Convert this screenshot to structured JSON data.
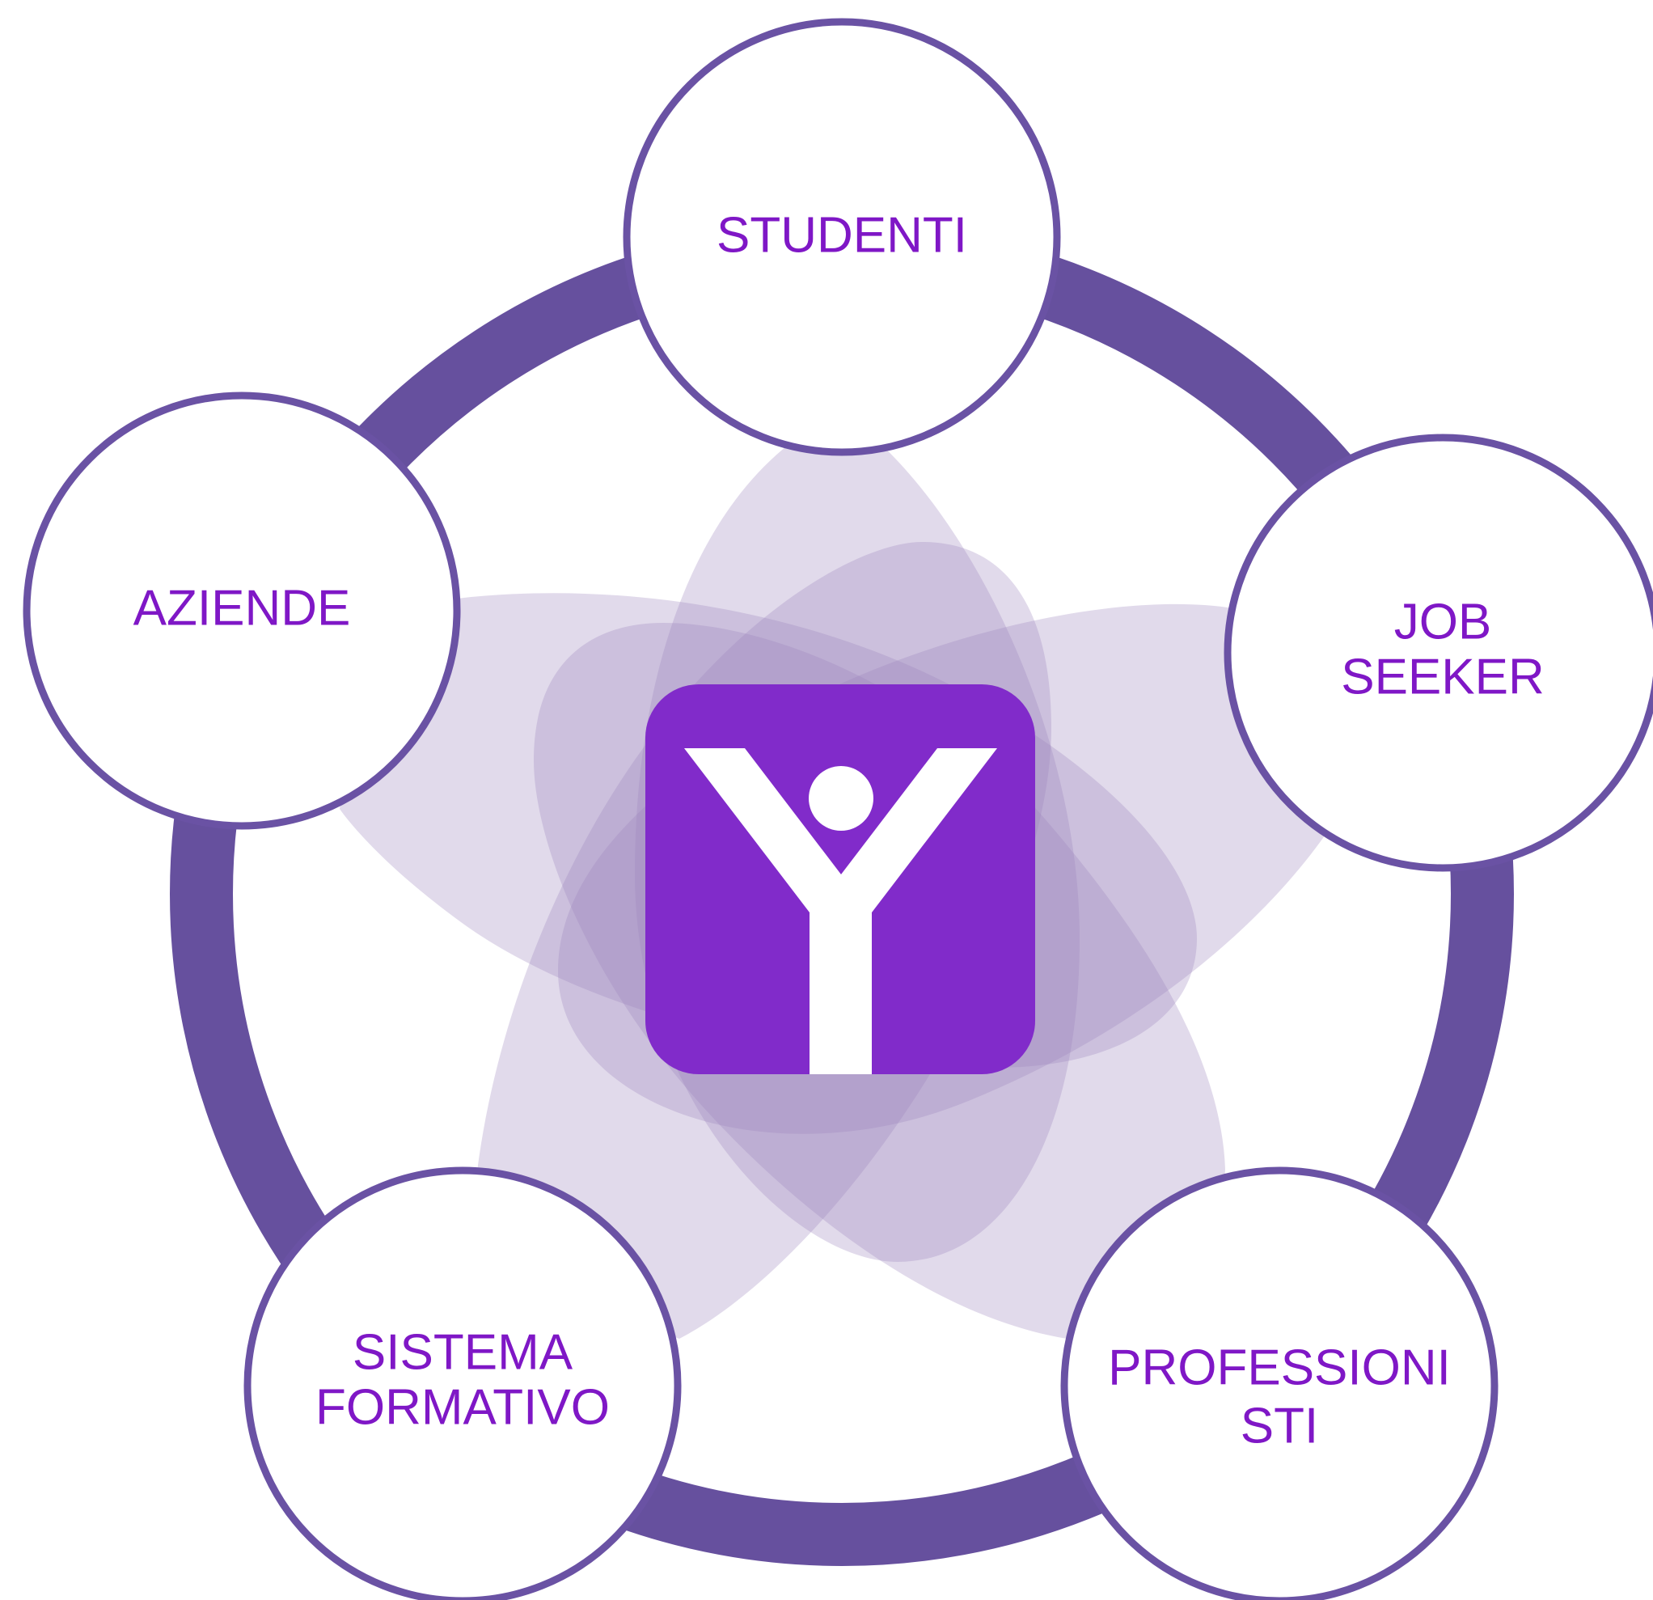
{
  "colors": {
    "ring": "#66509e",
    "node_stroke": "#6a52a4",
    "node_fill": "#ffffff",
    "label": "#7f17c6",
    "petal": "#9d86be",
    "logo_bg": "#812bca",
    "logo_mark": "#ffffff"
  },
  "logo": {
    "icon": "y-person-logo-icon"
  },
  "nodes": [
    {
      "id": "studenti",
      "lines": [
        "STUDENTI"
      ]
    },
    {
      "id": "job-seeker",
      "lines": [
        "JOB",
        "SEEKER"
      ]
    },
    {
      "id": "professionisti",
      "lines": [
        "PROFESSIONI",
        "STI"
      ]
    },
    {
      "id": "sistema-formativo",
      "lines": [
        "SISTEMA",
        "FORMATIVO"
      ]
    },
    {
      "id": "aziende",
      "lines": [
        "AZIENDE"
      ]
    }
  ]
}
